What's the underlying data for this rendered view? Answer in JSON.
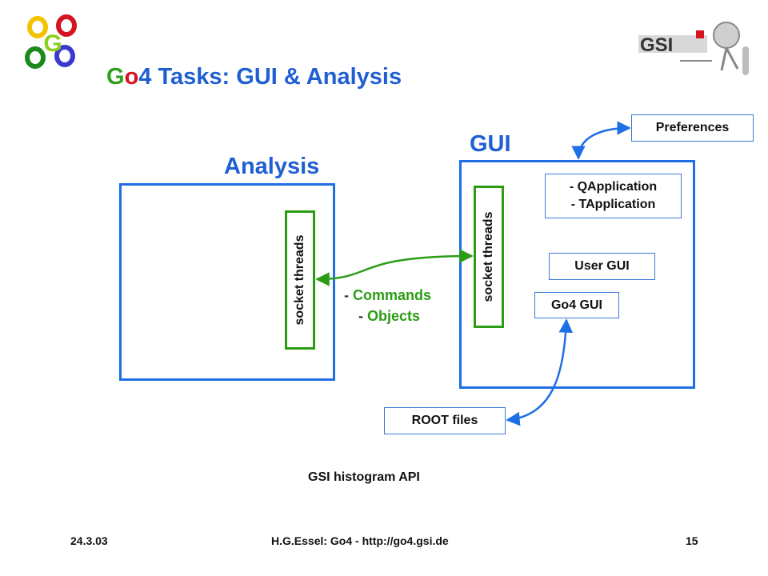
{
  "header": {
    "title_g": "G",
    "title_o": "o",
    "title_rest": "4 Tasks: GUI & Analysis"
  },
  "diagram": {
    "analysis_heading": "Analysis",
    "gui_heading": "GUI",
    "analysis_socket": "socket threads",
    "gui_socket": "socket threads",
    "messages": {
      "line1_dash": "- ",
      "line1": "Commands",
      "line2_dash": "- ",
      "line2": "Objects"
    },
    "preferences": "Preferences",
    "qapplication": "- QApplication",
    "tapplication": "- TApplication",
    "user_gui": "User GUI",
    "go4_gui": "Go4 GUI",
    "root_files": "ROOT files",
    "gsi_api": "GSI histogram API"
  },
  "footer": {
    "date": "24.3.03",
    "author": "H.G.Essel: Go4 - http://go4.gsi.de",
    "page": "15"
  },
  "colors": {
    "blue": "#1e6ee6",
    "green": "#2a9d12",
    "red": "#d4141e"
  }
}
